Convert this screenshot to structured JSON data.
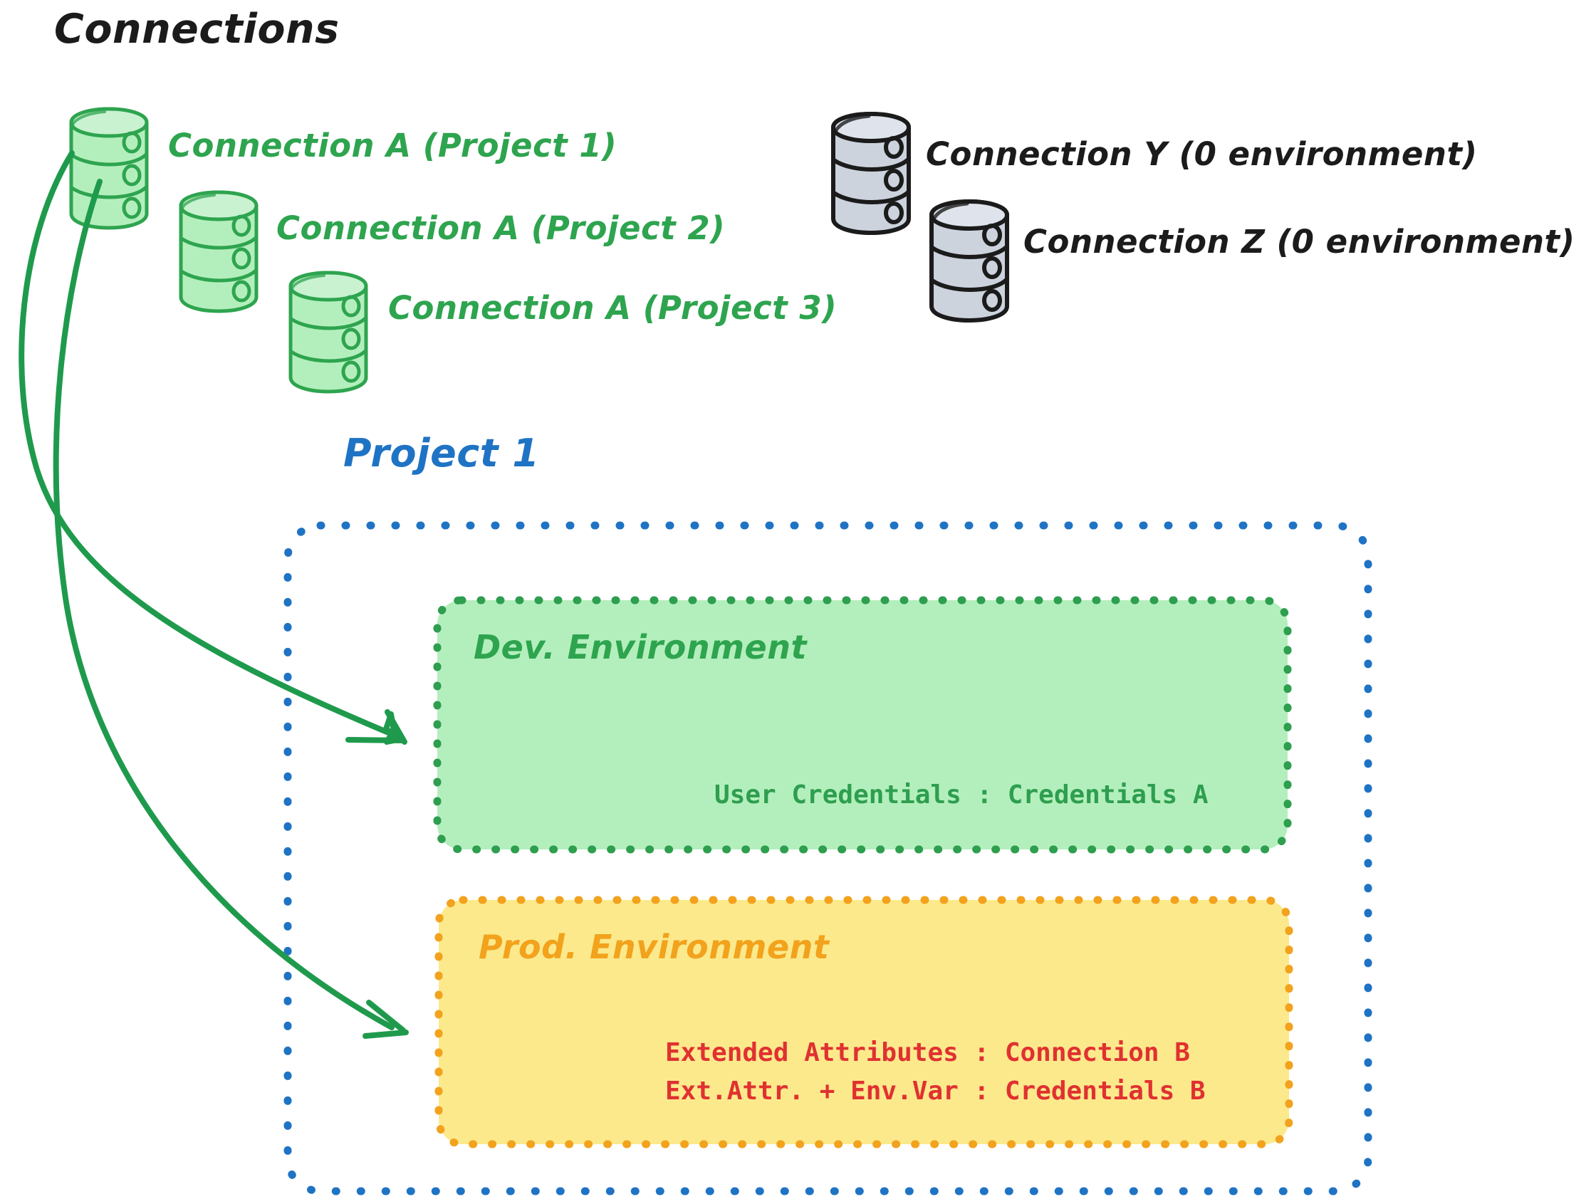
{
  "diagram": {
    "title": "Connections",
    "colors": {
      "green_stroke": "#2ea44f",
      "green_fill": "#b3efbc",
      "gray_stroke": "#1b1b1b",
      "gray_fill": "#ccd3dd",
      "blue": "#1f73c4",
      "orange": "#f2a21c",
      "yellow_fill": "#fce98c",
      "red": "#e03131",
      "black": "#1b1b1b"
    },
    "connections_green": [
      {
        "label": "Connection A (Project 1)",
        "icon": "database-cylinder-icon"
      },
      {
        "label": "Connection A (Project 2)",
        "icon": "database-cylinder-icon"
      },
      {
        "label": "Connection A (Project 3)",
        "icon": "database-cylinder-icon"
      }
    ],
    "connections_gray": [
      {
        "label": "Connection Y (0 environment)",
        "icon": "database-cylinder-icon"
      },
      {
        "label": "Connection Z (0 environment)",
        "icon": "database-cylinder-icon"
      }
    ],
    "project": {
      "label": "Project 1",
      "environments": [
        {
          "name": "Dev. Environment",
          "kind": "dev",
          "entries": [
            "User Credentials : Credentials A"
          ]
        },
        {
          "name": "Prod. Environment",
          "kind": "prod",
          "entries": [
            "Extended Attributes : Connection B",
            "Ext.Attr. + Env.Var : Credentials B"
          ]
        }
      ]
    },
    "arrows": [
      {
        "name": "arrow-connection-a-to-dev-environment",
        "from": "Connection A (Project 1)",
        "to": "Dev. Environment"
      },
      {
        "name": "arrow-connection-a-to-prod-environment",
        "from": "Connection A (Project 1)",
        "to": "Prod. Environment"
      }
    ]
  }
}
